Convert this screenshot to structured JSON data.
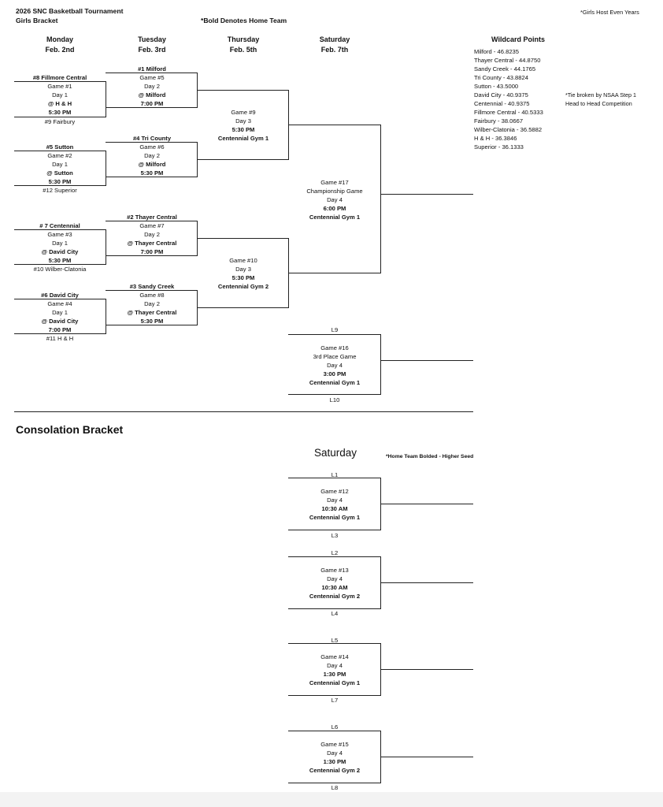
{
  "header": {
    "title": "2026 SNC Basketball Tournament",
    "subtitle": "Girls Bracket",
    "bold_note": "*Bold Denotes Home Team",
    "host_note": "*Girls Host Even Years"
  },
  "columns": [
    {
      "day": "Monday",
      "date": "Feb. 2nd"
    },
    {
      "day": "Tuesday",
      "date": "Feb. 3rd"
    },
    {
      "day": "Thursday",
      "date": "Feb. 5th"
    },
    {
      "day": "Saturday",
      "date": "Feb. 7th"
    }
  ],
  "wildcard": {
    "title": "Wildcard Points",
    "items": [
      "Milford - 46.8235",
      "Thayer Central - 44.8750",
      "Sandy Creek - 44.1765",
      "Tri County - 43.8824",
      "Sutton - 43.5000",
      "David City - 40.9375",
      "Centennial - 40.9375",
      "Fillmore Central - 40.5333",
      "Fairbury - 38.0667",
      "Wilber-Clatonia - 36.5882",
      "H & H - 36.3846",
      "Superior - 36.1333"
    ],
    "tie_note_1": "*Tie broken by NSAA Step 1",
    "tie_note_2": "Head to Head Competition"
  },
  "monday_games": [
    {
      "top": "#8 Fillmore Central",
      "game": "Game #1",
      "day": "Day 1",
      "site": "@ H & H",
      "time": "5:30 PM",
      "bottom": "#9 Fairbury"
    },
    {
      "top": "#5 Sutton",
      "game": "Game #2",
      "day": "Day 1",
      "site": "@ Sutton",
      "time": "5:30 PM",
      "bottom": "#12 Superior"
    },
    {
      "top": "# 7 Centennial",
      "game": "Game #3",
      "day": "Day 1",
      "site": "@ David City",
      "time": "5:30 PM",
      "bottom": "#10 Wilber-Clatonia"
    },
    {
      "top": "#6 David City",
      "game": "Game #4",
      "day": "Day 1",
      "site": "@ David City",
      "time": "7:00 PM",
      "bottom": "#11 H & H"
    }
  ],
  "tuesday_games": [
    {
      "top": "#1 Milford",
      "game": "Game #5",
      "day": "Day 2",
      "site": "@ Milford",
      "time": "7:00 PM"
    },
    {
      "top": "#4 Tri County",
      "game": "Game #6",
      "day": "Day 2",
      "site": "@ Milford",
      "time": "5:30 PM"
    },
    {
      "top": "#2 Thayer Central",
      "game": "Game #7",
      "day": "Day 2",
      "site": "@ Thayer Central",
      "time": "7:00 PM"
    },
    {
      "top": "#3 Sandy Creek",
      "game": "Game #8",
      "day": "Day 2",
      "site": "@ Thayer Central",
      "time": "5:30 PM"
    }
  ],
  "thursday_games": [
    {
      "game": "Game #9",
      "day": "Day 3",
      "time": "5:30 PM",
      "site": "Centennial Gym 1"
    },
    {
      "game": "Game #10",
      "day": "Day 3",
      "time": "5:30 PM",
      "site": "Centennial Gym 2"
    }
  ],
  "championship": {
    "game": "Game #17",
    "label": "Championship Game",
    "day": "Day 4",
    "time": "6:00 PM",
    "site": "Centennial Gym 1"
  },
  "third_place": {
    "top": "L9",
    "game": "Game #16",
    "label": "3rd Place Game",
    "day": "Day 4",
    "time": "3:00 PM",
    "site": "Centennial Gym 1",
    "bottom": "L10"
  },
  "consolation": {
    "title": "Consolation Bracket",
    "day": "Saturday",
    "note": "*Home Team Bolded - Higher Seed",
    "games": [
      {
        "top": "L1",
        "game": "Game #12",
        "day": "Day 4",
        "time": "10:30 AM",
        "site": "Centennial Gym 1",
        "bottom": "L3"
      },
      {
        "top": "L2",
        "game": "Game #13",
        "day": "Day 4",
        "time": "10:30 AM",
        "site": "Centennial Gym 2",
        "bottom": "L4"
      },
      {
        "top": "L5",
        "game": "Game #14",
        "day": "Day 4",
        "time": "1:30 PM",
        "site": "Centennial Gym 1",
        "bottom": "L7"
      },
      {
        "top": "L6",
        "game": "Game #15",
        "day": "Day 4",
        "time": "1:30 PM",
        "site": "Centennial Gym 2",
        "bottom": "L8"
      }
    ]
  }
}
